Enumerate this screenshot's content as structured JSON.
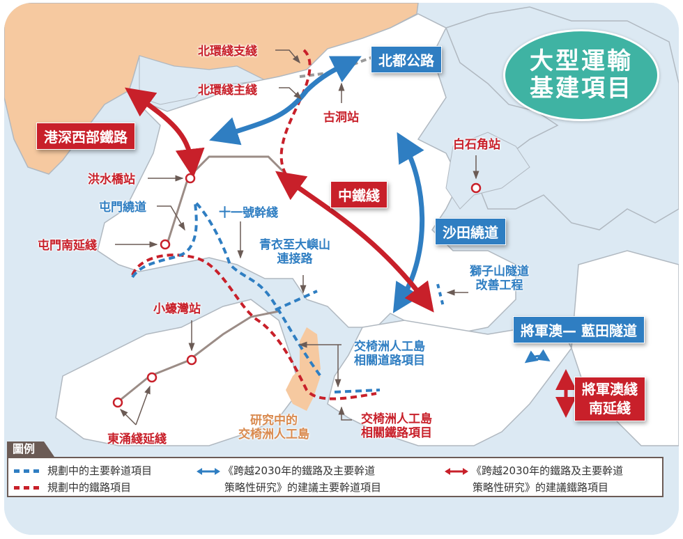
{
  "title": {
    "line1": "大型運輸",
    "line2": "基建項目"
  },
  "colors": {
    "rail_red": "#c8202a",
    "road_blue": "#2f7ec2",
    "title_teal": "#3fb3a3",
    "shenzhen_orange": "#f6c9a0",
    "sea_blue": "#dce9f3",
    "legend_border": "#6b5b55"
  },
  "boxes": {
    "hk_sz_western_rail": "港深西部鐵路",
    "northern_metropolis_highway": "北都公路",
    "central_rail_link": "中鐵綫",
    "shatin_bypass": "沙田繞道",
    "tko_yau_tong_tunnel": "將軍澳— 藍田隧道",
    "tko_line_south_ext_line1": "將軍澳綫",
    "tko_line_south_ext_line2": "南延綫"
  },
  "labels": {
    "northern_link_spur": "北環綫支綫",
    "northern_link_main": "北環綫主綫",
    "kwu_tung_station": "古洞站",
    "hung_shui_kiu_station": "洪水橋站",
    "tuen_mun_bypass": "屯門繞道",
    "route_11": "十一號幹綫",
    "tuen_mun_south_ext": "屯門南延綫",
    "tsing_yi_lantau_link_line1": "青衣至大嶼山",
    "tsing_yi_lantau_link_line2": "連接路",
    "pak_shek_kok_station": "白石角站",
    "lion_rock_tunnel_line1": "獅子山隧道",
    "lion_rock_tunnel_line2": "改善工程",
    "siu_ho_wan_station": "小蠔灣站",
    "kau_yi_chau_road_line1": "交椅洲人工島",
    "kau_yi_chau_road_line2": "相關道路項目",
    "kau_yi_chau_island_line1": "研究中的",
    "kau_yi_chau_island_line2": "交椅洲人工島",
    "kau_yi_chau_rail_line1": "交椅洲人工島",
    "kau_yi_chau_rail_line2": "相關鐵路項目",
    "tung_chung_ext": "東涌綫延綫"
  },
  "legend": {
    "tab": "圖例",
    "items": [
      {
        "symbol": "blue-dashed-line",
        "text": "規劃中的主要幹道項目"
      },
      {
        "symbol": "red-dashed-line",
        "text": "規劃中的鐵路項目"
      },
      {
        "symbol": "blue-double-arrow",
        "text_line1": "《跨越2030年的鐵路及主要幹道",
        "text_line2": "策略性研究》的建議主要幹道項目"
      },
      {
        "symbol": "red-double-arrow",
        "text_line1": "《跨越2030年的鐵路及主要幹道",
        "text_line2": "策略性研究》的建議鐵路項目"
      }
    ]
  }
}
